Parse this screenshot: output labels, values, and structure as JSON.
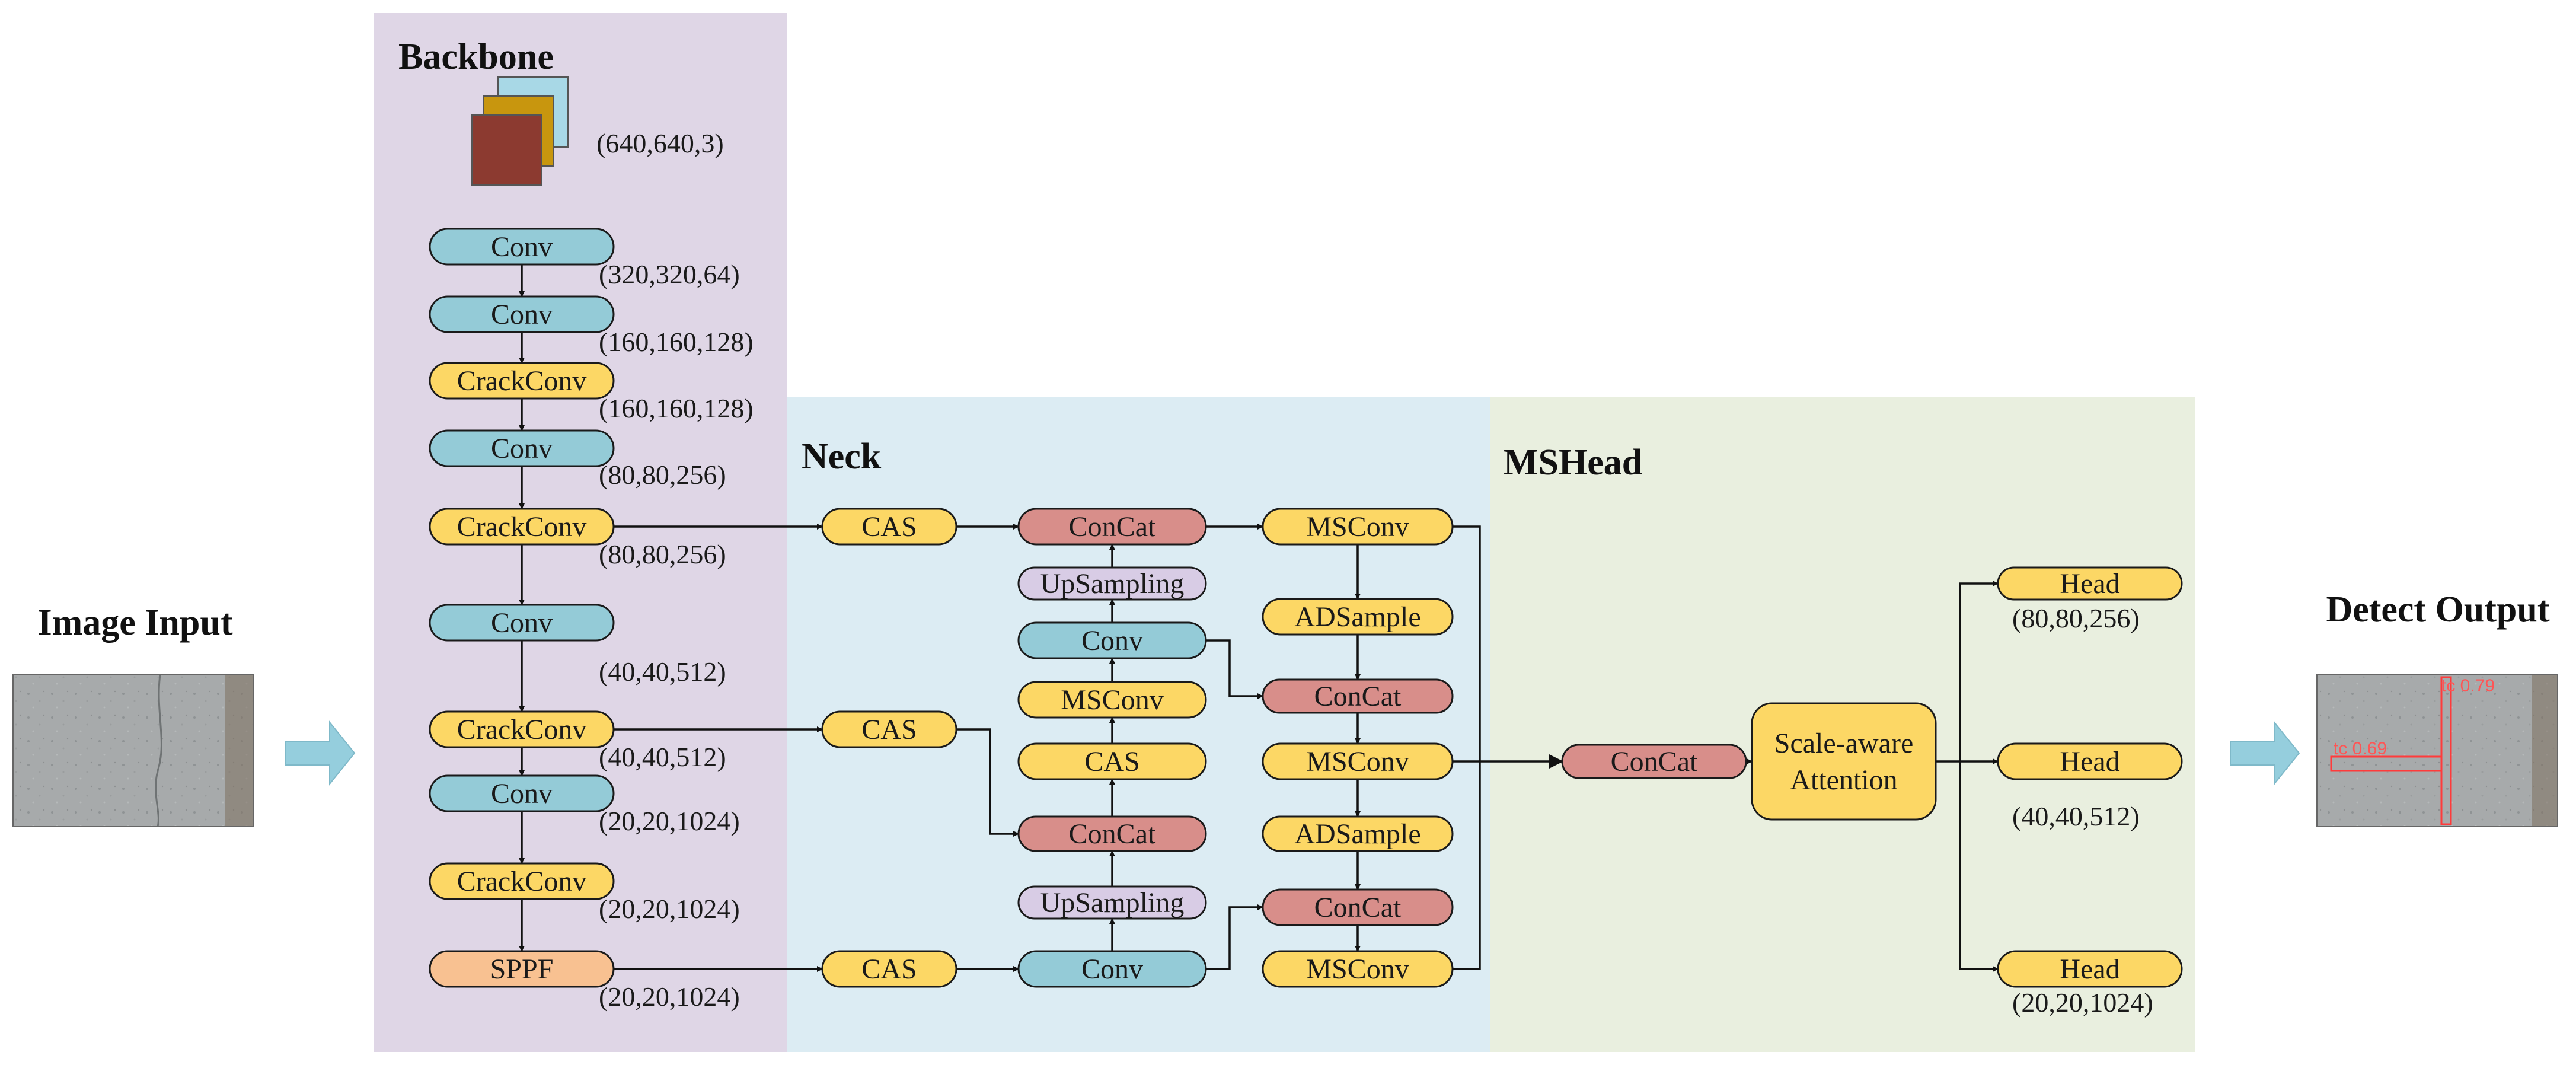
{
  "sections": {
    "backbone": "Backbone",
    "neck": "Neck",
    "mshead": "MSHead",
    "image_input": "Image Input",
    "detect_output": "Detect Output"
  },
  "colors": {
    "backbone_bg": "#dfd6e6",
    "neck_bg": "#dcecf3",
    "head_bg": "#e9efdf",
    "conv": "#94cbd7",
    "crack": "#fcd765",
    "concat": "#d88e8a",
    "upsampling": "#d8cce5",
    "sppf": "#f8c191",
    "input_arrow": "#95cedd",
    "detection_box": "#ff3b3b"
  },
  "input_tensor": "(640,640,3)",
  "nodes": [
    {
      "id": "b1",
      "label": "Conv",
      "kind": "conv"
    },
    {
      "id": "b2",
      "label": "Conv",
      "kind": "conv"
    },
    {
      "id": "b3",
      "label": "CrackConv",
      "kind": "crack"
    },
    {
      "id": "b4",
      "label": "Conv",
      "kind": "conv"
    },
    {
      "id": "b5",
      "label": "CrackConv",
      "kind": "crack"
    },
    {
      "id": "b6",
      "label": "Conv",
      "kind": "conv"
    },
    {
      "id": "b7",
      "label": "CrackConv",
      "kind": "crack"
    },
    {
      "id": "b8",
      "label": "Conv",
      "kind": "conv"
    },
    {
      "id": "b9",
      "label": "CrackConv",
      "kind": "crack"
    },
    {
      "id": "b10",
      "label": "SPPF",
      "kind": "sppf"
    },
    {
      "id": "cas1",
      "label": "CAS",
      "kind": "crack"
    },
    {
      "id": "cas2",
      "label": "CAS",
      "kind": "crack"
    },
    {
      "id": "cas3",
      "label": "CAS",
      "kind": "crack"
    },
    {
      "id": "n_concat1",
      "label": "ConCat",
      "kind": "concat"
    },
    {
      "id": "n_up1",
      "label": "UpSampling",
      "kind": "upsampling"
    },
    {
      "id": "n_conv1",
      "label": "Conv",
      "kind": "conv"
    },
    {
      "id": "n_msconv1",
      "label": "MSConv",
      "kind": "crack"
    },
    {
      "id": "n_cas4",
      "label": "CAS",
      "kind": "crack"
    },
    {
      "id": "n_concat2",
      "label": "ConCat",
      "kind": "concat"
    },
    {
      "id": "n_up2",
      "label": "UpSampling",
      "kind": "upsampling"
    },
    {
      "id": "n_conv2",
      "label": "Conv",
      "kind": "conv"
    },
    {
      "id": "r_msconv1",
      "label": "MSConv",
      "kind": "crack"
    },
    {
      "id": "r_ads1",
      "label": "ADSample",
      "kind": "crack"
    },
    {
      "id": "r_concat1",
      "label": "ConCat",
      "kind": "concat"
    },
    {
      "id": "r_msconv2",
      "label": "MSConv",
      "kind": "crack"
    },
    {
      "id": "r_ads2",
      "label": "ADSample",
      "kind": "crack"
    },
    {
      "id": "r_concat2",
      "label": "ConCat",
      "kind": "concat"
    },
    {
      "id": "r_msconv3",
      "label": "MSConv",
      "kind": "crack"
    },
    {
      "id": "h_concat",
      "label": "ConCat",
      "kind": "concat"
    },
    {
      "id": "h_attn",
      "label": "Scale-aware\nAttention",
      "kind": "crack"
    },
    {
      "id": "h1",
      "label": "Head",
      "kind": "crack"
    },
    {
      "id": "h2",
      "label": "Head",
      "kind": "crack"
    },
    {
      "id": "h3",
      "label": "Head",
      "kind": "crack"
    }
  ],
  "dims": [
    {
      "id": "d1",
      "text": "(320,320,64)"
    },
    {
      "id": "d2",
      "text": "(160,160,128)"
    },
    {
      "id": "d3",
      "text": "(160,160,128)"
    },
    {
      "id": "d4",
      "text": "(80,80,256)"
    },
    {
      "id": "d5",
      "text": "(80,80,256)"
    },
    {
      "id": "d6",
      "text": "(40,40,512)"
    },
    {
      "id": "d7",
      "text": "(40,40,512)"
    },
    {
      "id": "d8",
      "text": "(20,20,1024)"
    },
    {
      "id": "d9",
      "text": "(20,20,1024)"
    },
    {
      "id": "d10",
      "text": "(20,20,1024)"
    },
    {
      "id": "dh1",
      "text": "(80,80,256)"
    },
    {
      "id": "dh2",
      "text": "(40,40,512)"
    },
    {
      "id": "dh3",
      "text": "(20,20,1024)"
    }
  ],
  "detections": [
    {
      "label": "tc 0.69"
    },
    {
      "label": "tc 0.79"
    }
  ]
}
